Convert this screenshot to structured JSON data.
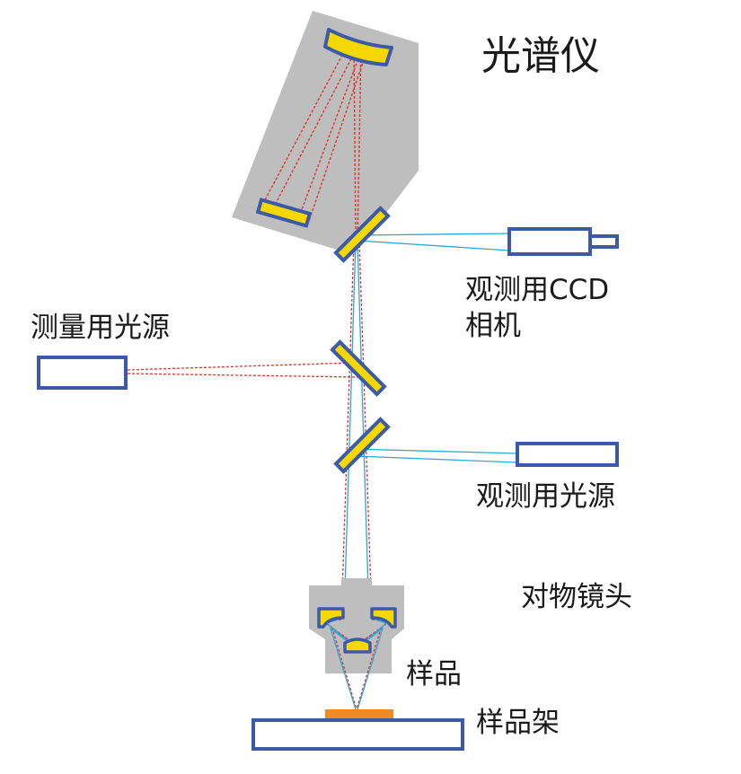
{
  "labels": {
    "spectrometer": "光谱仪",
    "ccd_line1": "观测用CCD",
    "ccd_line2": "相机",
    "measure_light": "测量用光源",
    "observe_light": "观测用光源",
    "objective": "对物镜头",
    "sample": "样品",
    "stage": "样品架"
  },
  "colors": {
    "housing": "#bebebe",
    "optic_fill": "#f5d800",
    "optic_border": "#3b5aa8",
    "box_border": "#3b5aa8",
    "red_ray": "#e0352b",
    "blue_ray": "#2aa8d8",
    "sample": "#f08a24"
  }
}
